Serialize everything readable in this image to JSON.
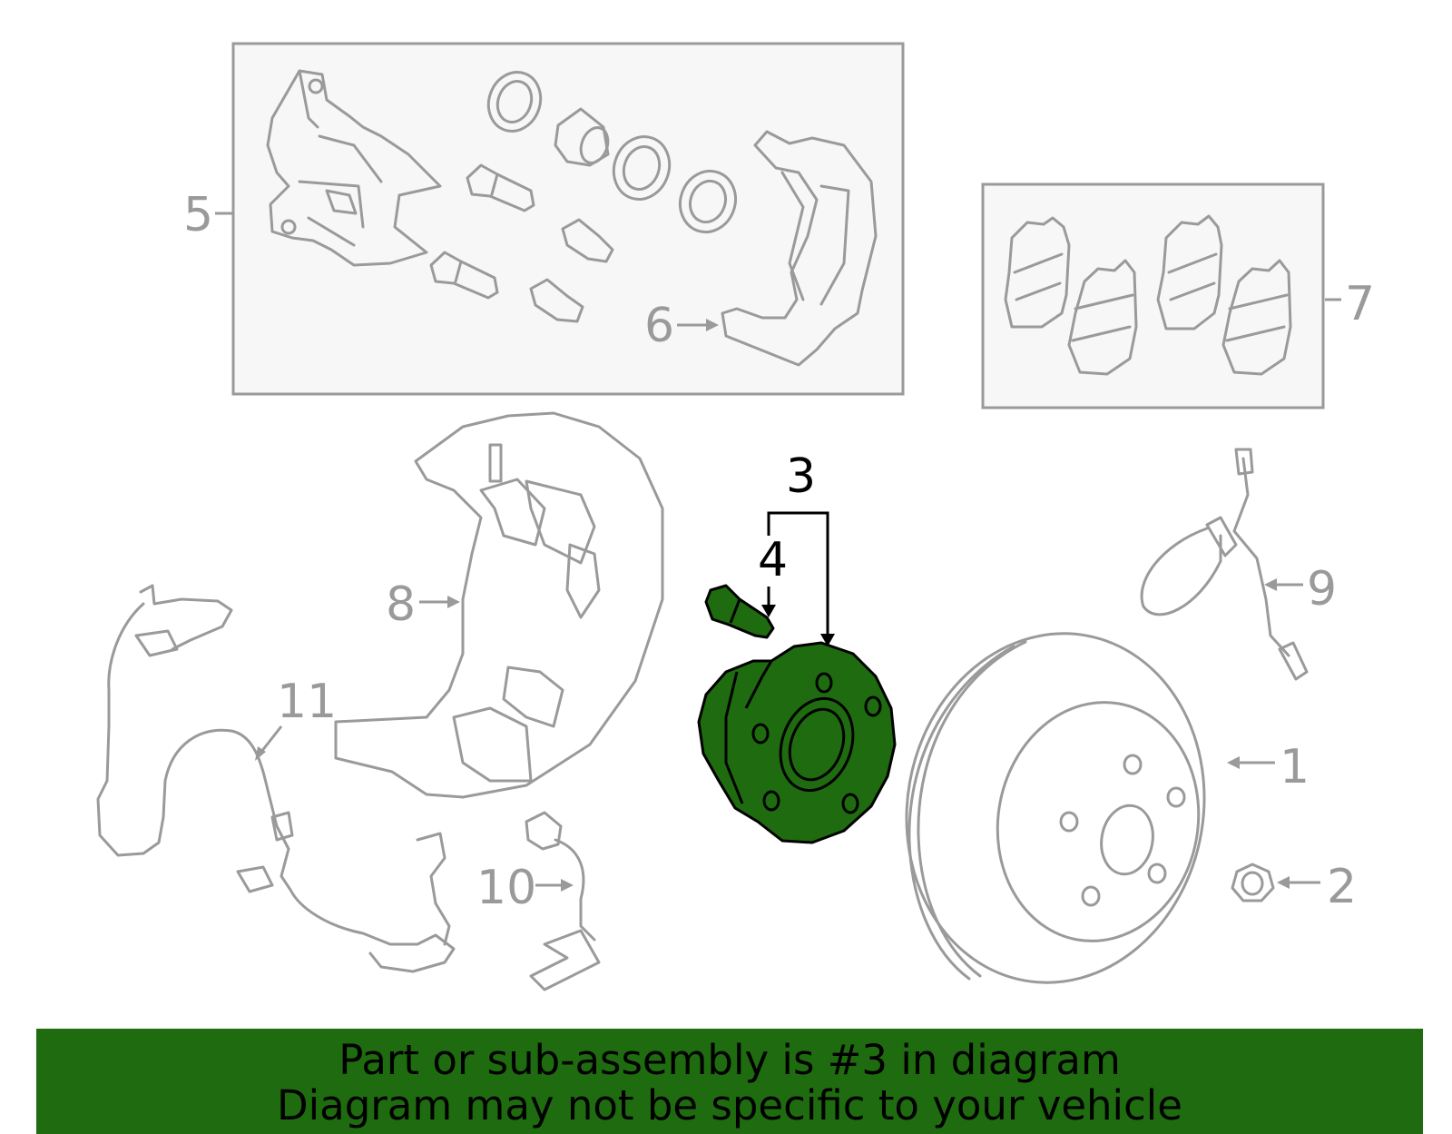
{
  "callouts": {
    "c1": "1",
    "c2": "2",
    "c3": "3",
    "c4": "4",
    "c5": "5",
    "c6": "6",
    "c7": "7",
    "c8": "8",
    "c9": "9",
    "c10": "10",
    "c11": "11"
  },
  "highlight": {
    "part_number": "3",
    "color": "#1f6b0f"
  },
  "banner": {
    "line1": "Part or sub-assembly is #3 in diagram",
    "line2": "Diagram may not be specific to your vehicle",
    "background": "#1f6b0f"
  },
  "colors": {
    "line_art": "#9a9a9a",
    "highlight_outline": "#000000",
    "box_fill": "#f7f7f7"
  }
}
